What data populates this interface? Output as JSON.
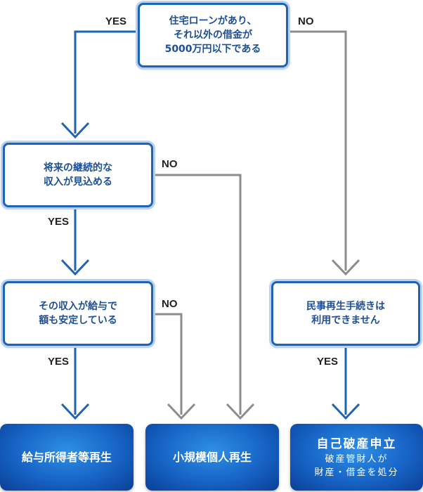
{
  "nodes": {
    "q1": {
      "lines": [
        "住宅ローンがあり、",
        "それ以外の借金が",
        "5000万円以下である"
      ]
    },
    "q2": {
      "lines": [
        "将来の継続的な",
        "収入が見込める"
      ]
    },
    "q3": {
      "lines": [
        "その収入が給与で",
        "額も安定している"
      ]
    },
    "note": {
      "lines": [
        "民事再生手続きは",
        "利用できません"
      ]
    },
    "r1": {
      "title": "給与所得者等再生"
    },
    "r2": {
      "title": "小規模個人再生"
    },
    "r3": {
      "title": "自己破産申立",
      "sub_lines": [
        "破産管財人が",
        "財産・借金を処分"
      ]
    }
  },
  "labels": {
    "q1_yes": "YES",
    "q1_no": "NO",
    "q2_yes": "YES",
    "q2_no": "NO",
    "q3_yes": "YES",
    "q3_no": "NO",
    "note_yes": "YES"
  },
  "colors": {
    "yes_path": "#1e63b4",
    "no_path": "#8c8c8c",
    "box_border": "#1e63b4",
    "result_fill": "#1764c6"
  }
}
